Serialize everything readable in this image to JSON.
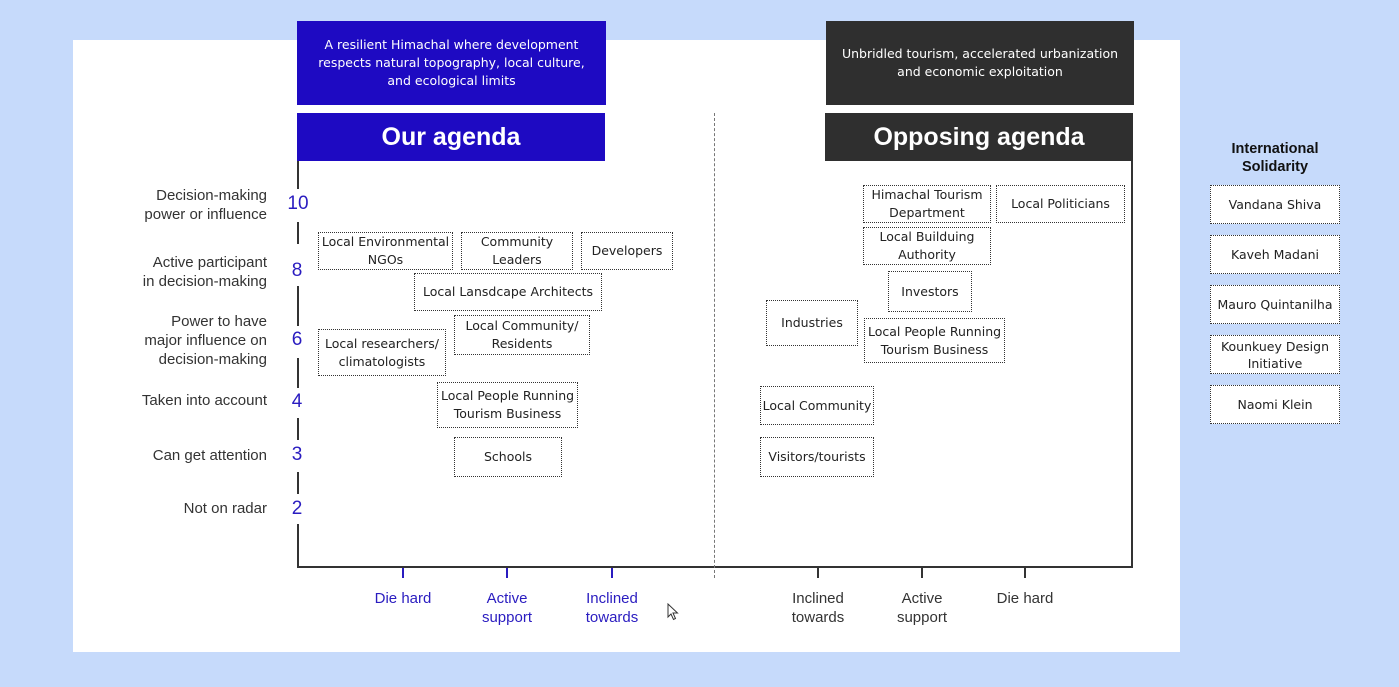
{
  "vision": {
    "our": "A resilient Himachal where development respects natural topography, local culture, and ecological limits",
    "opposing": "Unbridled tourism, accelerated urbanization and economic exploitation"
  },
  "agendas": {
    "our": "Our agenda",
    "opposing": "Opposing agenda"
  },
  "y_levels": [
    {
      "num": "10",
      "label_l1": "Decision-making",
      "label_l2": "power or influence",
      "label_l3": ""
    },
    {
      "num": "8",
      "label_l1": "Active participant",
      "label_l2": "in decision-making",
      "label_l3": ""
    },
    {
      "num": "6",
      "label_l1": "Power to have",
      "label_l2": "major influence on",
      "label_l3": "decision-making"
    },
    {
      "num": "4",
      "label_l1": "Taken into account",
      "label_l2": "",
      "label_l3": ""
    },
    {
      "num": "3",
      "label_l1": "Can get attention",
      "label_l2": "",
      "label_l3": ""
    },
    {
      "num": "2",
      "label_l1": "Not on radar",
      "label_l2": "",
      "label_l3": ""
    }
  ],
  "x_labels": {
    "our": [
      {
        "l1": "Die hard",
        "l2": ""
      },
      {
        "l1": "Active",
        "l2": "support"
      },
      {
        "l1": "Inclined",
        "l2": "towards"
      }
    ],
    "opposing": [
      {
        "l1": "Inclined",
        "l2": "towards"
      },
      {
        "l1": "Active",
        "l2": "support"
      },
      {
        "l1": "Die hard",
        "l2": ""
      }
    ]
  },
  "our_stakeholders": [
    {
      "l1": "Local Environmental",
      "l2": "NGOs"
    },
    {
      "l1": "Community",
      "l2": "Leaders"
    },
    {
      "l1": "Developers",
      "l2": ""
    },
    {
      "l1": "Local Lansdcape Architects",
      "l2": ""
    },
    {
      "l1": "Local Community/",
      "l2": "Residents"
    },
    {
      "l1": "Local researchers/",
      "l2": "climatologists"
    },
    {
      "l1": "Local People Running",
      "l2": "Tourism Business"
    },
    {
      "l1": "Schools",
      "l2": ""
    }
  ],
  "opposing_stakeholders": [
    {
      "l1": "Himachal Tourism",
      "l2": "Department"
    },
    {
      "l1": "Local Politicians",
      "l2": ""
    },
    {
      "l1": "Local Builduing",
      "l2": "Authority"
    },
    {
      "l1": "Investors",
      "l2": ""
    },
    {
      "l1": "Industries",
      "l2": ""
    },
    {
      "l1": "Local People Running",
      "l2": "Tourism Business"
    },
    {
      "l1": "Local Community",
      "l2": ""
    },
    {
      "l1": "Visitors/tourists",
      "l2": ""
    }
  ],
  "solidarity": {
    "title_l1": "International",
    "title_l2": "Solidarity",
    "members": [
      {
        "l1": "Vandana Shiva",
        "l2": ""
      },
      {
        "l1": "Kaveh Madani",
        "l2": ""
      },
      {
        "l1": "Mauro Quintanilha",
        "l2": ""
      },
      {
        "l1": "Kounkuey Design",
        "l2": "Initiative"
      },
      {
        "l1": "Naomi Klein",
        "l2": ""
      }
    ]
  },
  "colors": {
    "our": "#1e0ac2",
    "opposing": "#2f2f2f",
    "background": "#c6dafb"
  },
  "icons": {
    "cursor": "mouse-pointer-icon"
  }
}
